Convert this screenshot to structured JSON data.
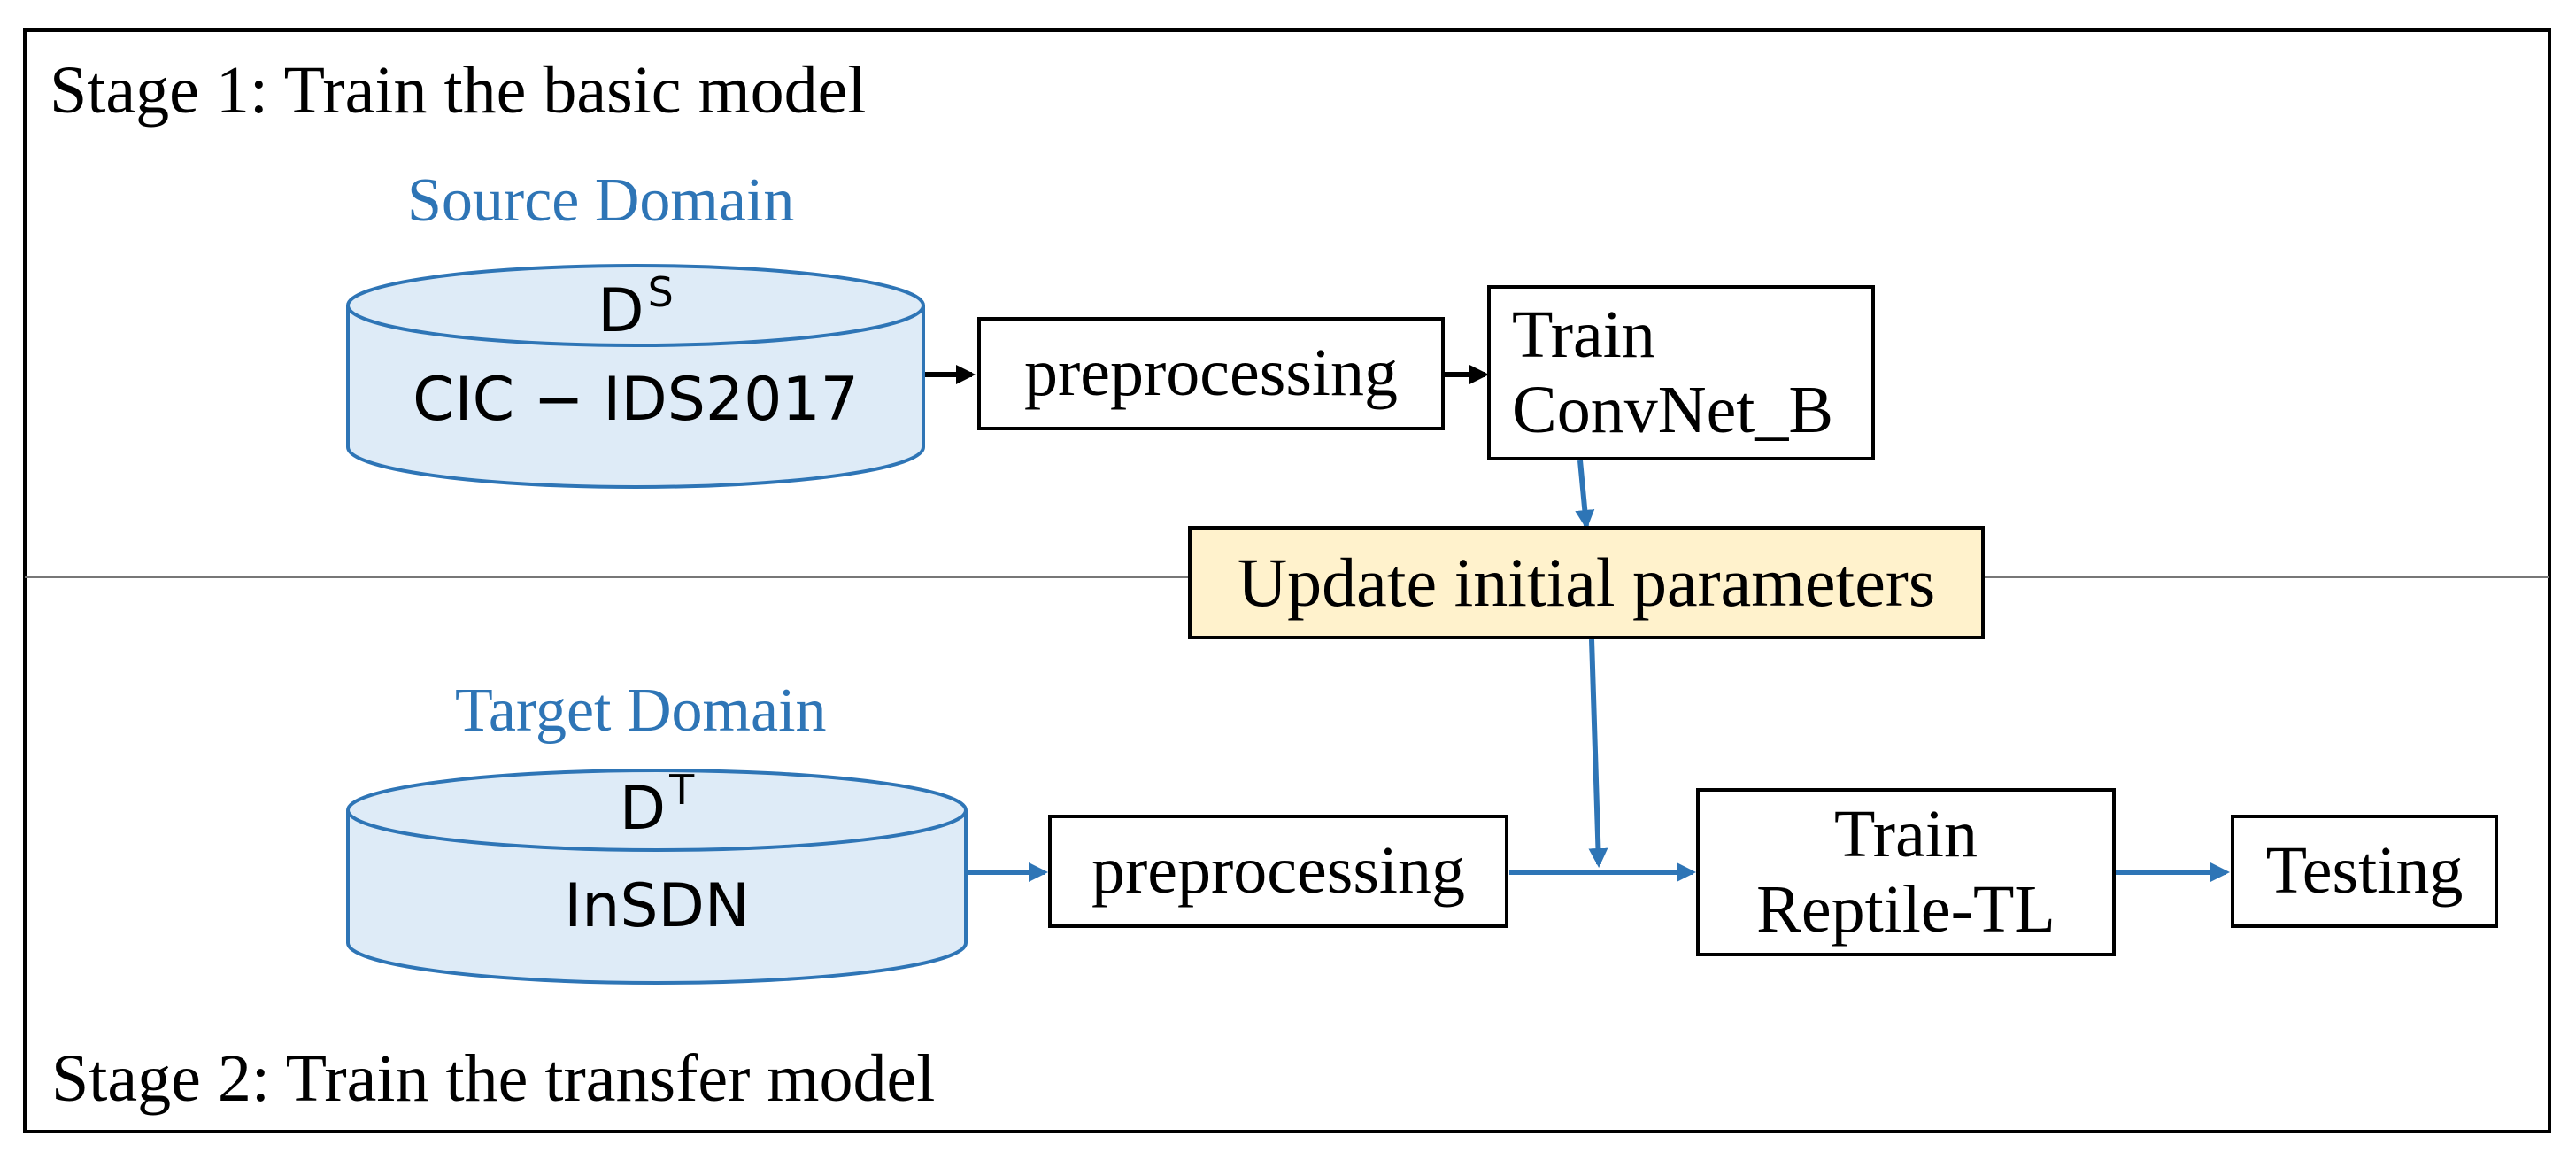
{
  "stage1": {
    "title": "Stage 1: Train the basic model"
  },
  "stage2": {
    "title": "Stage 2: Train the transfer model"
  },
  "source": {
    "domain_label": "Source Domain",
    "dataset_symbol": "D",
    "dataset_sup": "S",
    "dataset_name": "CIC − IDS2017",
    "preprocessing": "preprocessing",
    "train_line1": "Train",
    "train_line2": "ConvNet_B"
  },
  "update": {
    "label": "Update initial parameters"
  },
  "target": {
    "domain_label": "Target Domain",
    "dataset_symbol": "D",
    "dataset_sup": "T",
    "dataset_name": "InSDN",
    "preprocessing": "preprocessing",
    "train_line1": "Train",
    "train_line2": "Reptile-TL",
    "testing": "Testing"
  },
  "colors": {
    "accent_blue": "#2E75B6",
    "cylinder_fill": "#DEEBF7",
    "update_fill": "#FFF2CC"
  }
}
